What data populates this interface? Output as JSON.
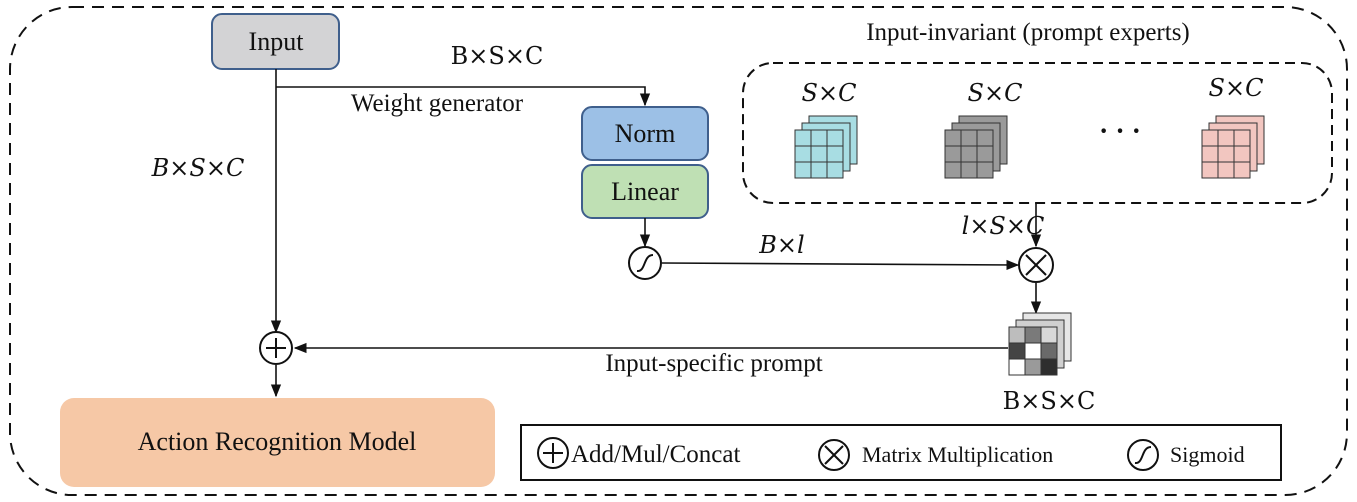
{
  "nodes": {
    "input": "Input",
    "norm": "Norm",
    "linear": "Linear",
    "action_model": "Action Recognition Model"
  },
  "labels": {
    "weight_generator": "Weight generator",
    "input_invariant": "Input-invariant (prompt experts)",
    "input_specific_prompt": "Input-specific prompt",
    "ellipsis": "· · ·"
  },
  "dims": {
    "input_to_norm": "B×S×C",
    "input_to_add": "B×S×C",
    "expert_1": "S×C",
    "expert_2": "S×C",
    "expert_3": "S×C",
    "experts_to_mult": "l×S×C",
    "sigmoid_to_mult": "B×l",
    "prompt_out": "B×S×C"
  },
  "legend": {
    "add": "Add/Mul/Concat",
    "matmul": "Matrix Multiplication",
    "sigmoid": "Sigmoid"
  },
  "colors": {
    "input_fill": "#d3d3d5",
    "norm_fill": "#9cc0e6",
    "linear_fill": "#bfe0b4",
    "node_stroke": "#3f5f8c",
    "action_fill": "#f6c8a6",
    "expert_1": "#a8dde3",
    "expert_2": "#9a9a9a",
    "expert_3": "#f2c6c0"
  },
  "icons": {
    "add_symbol": "circled-plus-icon",
    "mult_symbol": "circled-times-icon",
    "sigmoid_symbol": "sigmoid-icon"
  }
}
